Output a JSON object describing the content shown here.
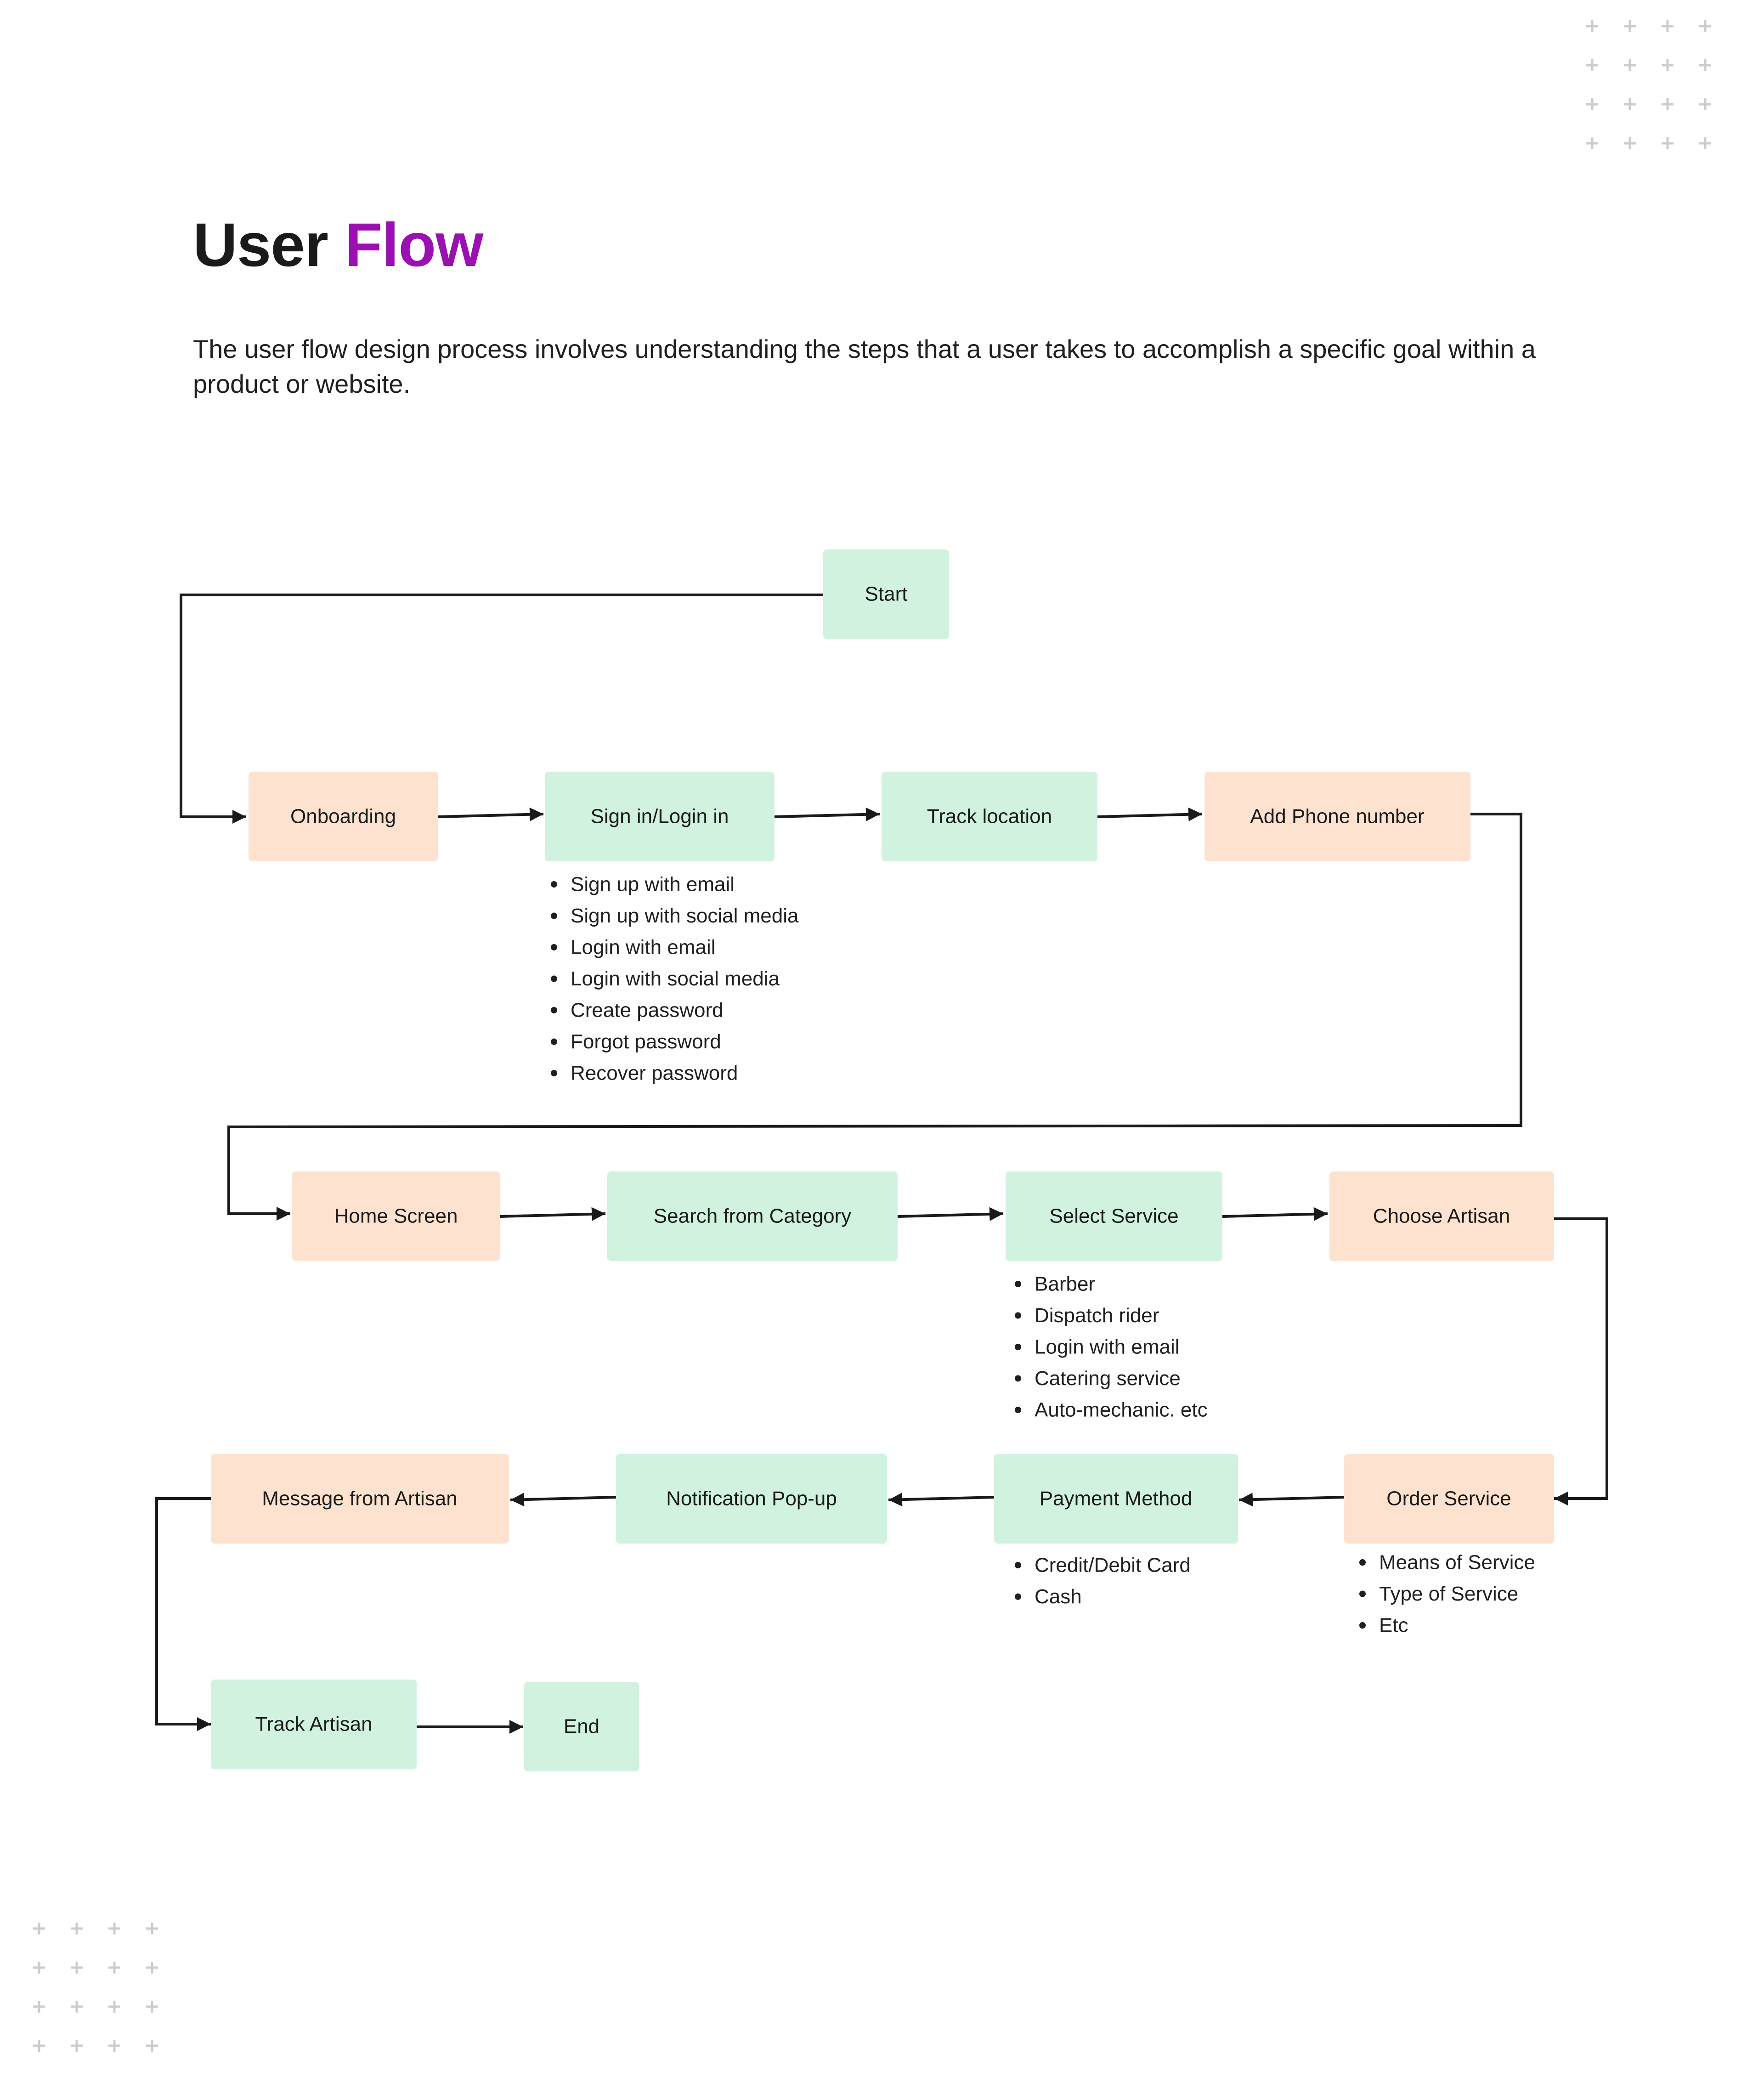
{
  "header": {
    "title_main": "User",
    "title_accent": "Flow",
    "description": "The user flow design process involves understanding the steps that a user takes to accomplish a specific goal within a product or website."
  },
  "colors": {
    "accent": "#9a10b0",
    "green": "#d0f2df",
    "peach": "#fde3cf",
    "ink": "#1a1a1a",
    "ornament": "#cccccc"
  },
  "nodes": {
    "start": "Start",
    "onboarding": "Onboarding",
    "signin": "Sign in/Login in",
    "track_location": "Track location",
    "add_phone": "Add Phone number",
    "home": "Home Screen",
    "search": "Search from Category",
    "select_service": "Select Service",
    "choose_artisan": "Choose Artisan",
    "order_service": "Order Service",
    "payment": "Payment Method",
    "notification": "Notification Pop-up",
    "message": "Message from Artisan",
    "track_artisan": "Track Artisan",
    "end": "End"
  },
  "notes": {
    "signin": [
      "Sign up with email",
      "Sign up with social media",
      "Login with email",
      "Login with social media",
      "Create password",
      "Forgot password",
      "Recover password"
    ],
    "select_service": [
      "Barber",
      "Dispatch rider",
      "Login with email",
      "Catering service",
      "Auto-mechanic. etc"
    ],
    "payment": [
      "Credit/Debit Card",
      "Cash"
    ],
    "order_service": [
      "Means of Service",
      "Type of Service",
      "Etc"
    ]
  }
}
